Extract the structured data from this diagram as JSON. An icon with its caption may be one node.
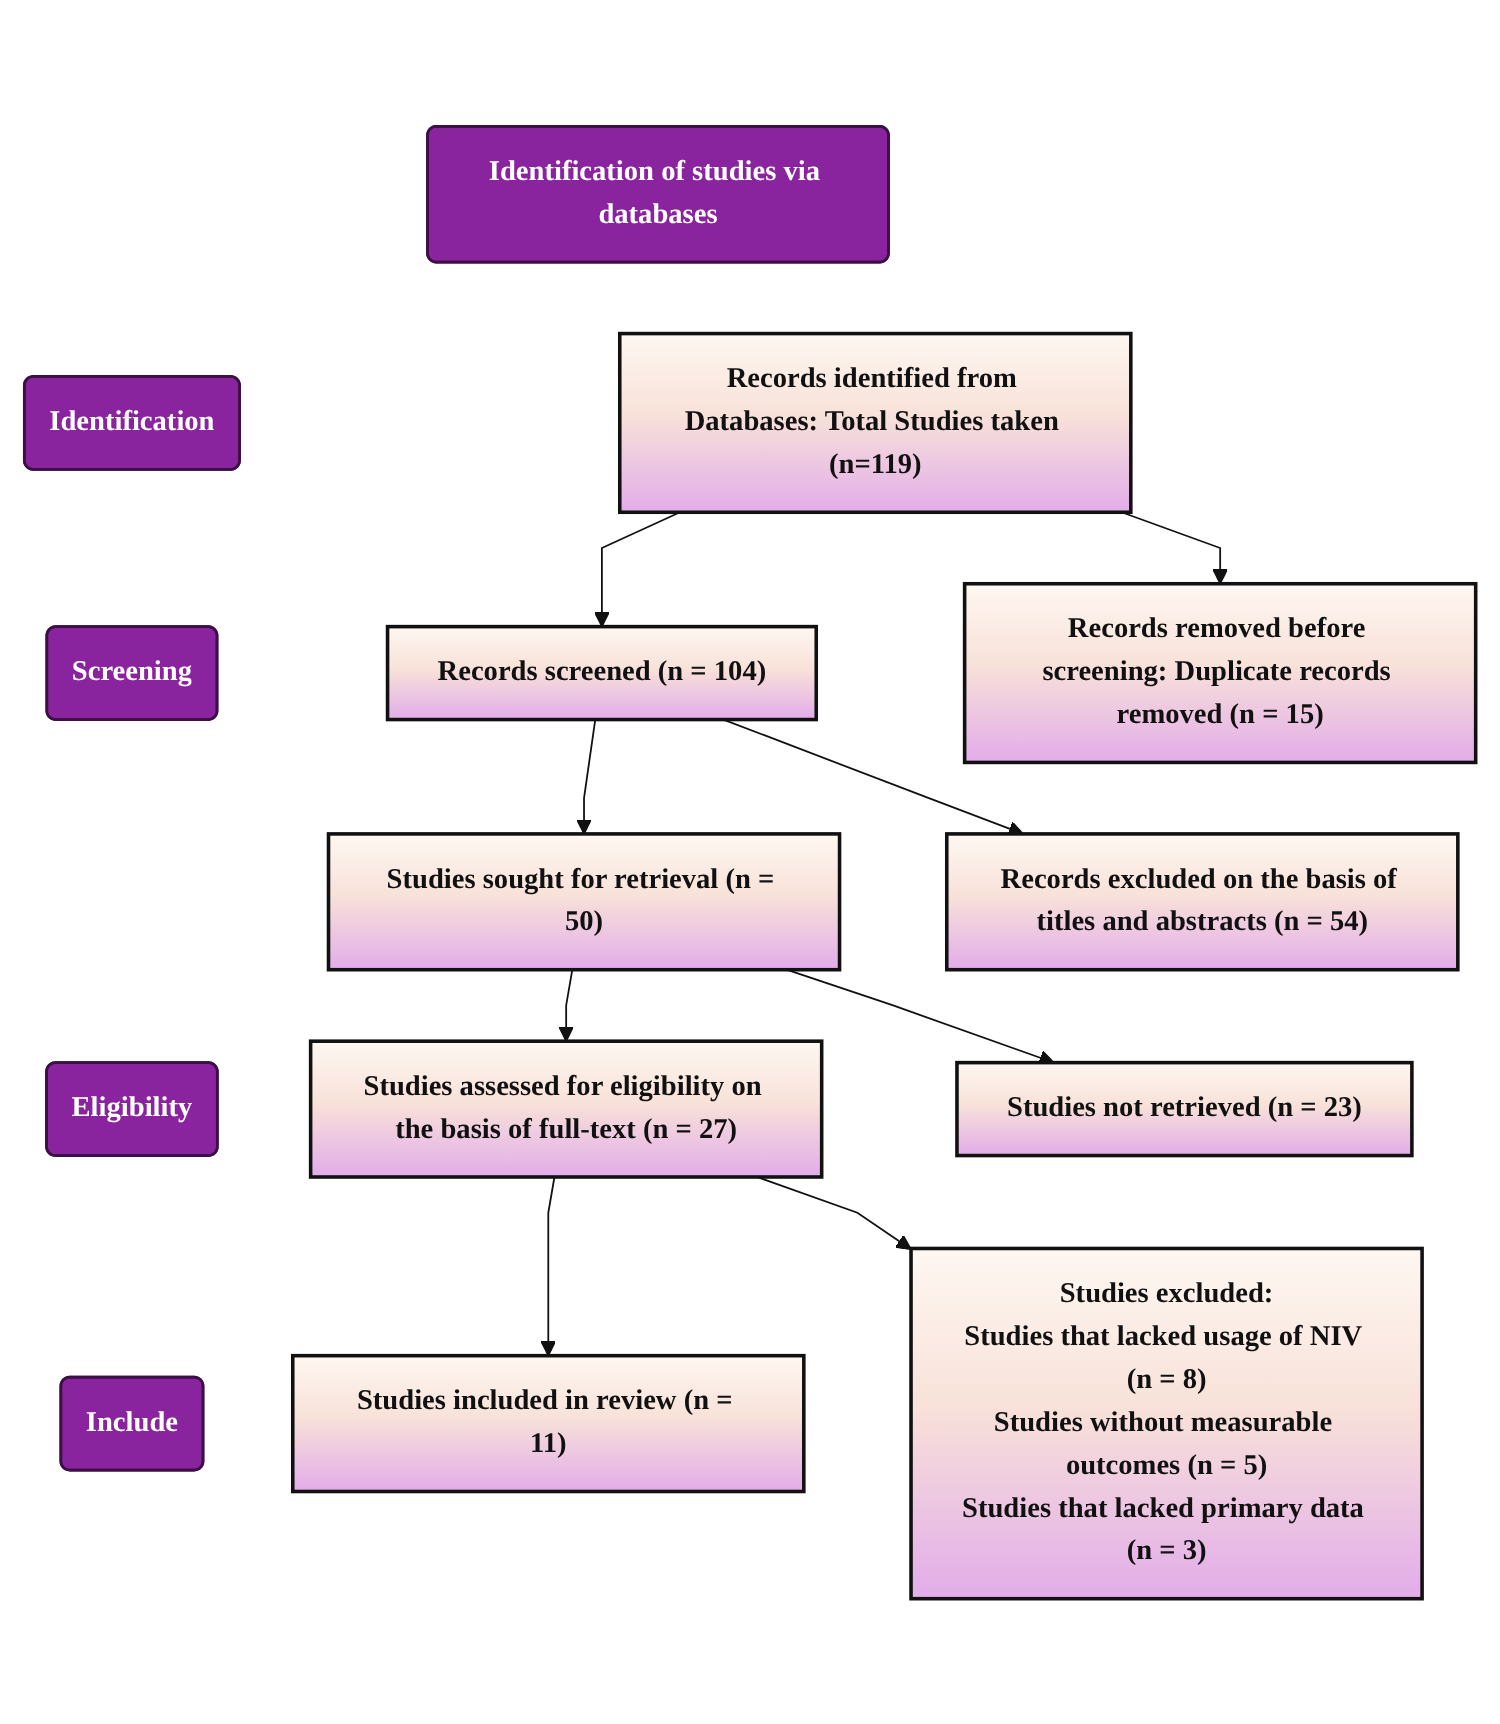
{
  "diagram": {
    "nodes": [
      {
        "text": [
          "Identification of studies via databases"
        ]
      },
      {
        "text": [
          "Identification"
        ]
      },
      {
        "text": [
          "Records identified from Databases: Total Studies taken (n=119)"
        ]
      },
      {
        "text": [
          "Records removed before screening: Duplicate records removed (n = 15)"
        ]
      },
      {
        "text": [
          "Screening"
        ]
      },
      {
        "text": [
          "Records screened (n = 104)"
        ]
      },
      {
        "text": [
          "Records excluded on the basis of titles and abstracts (n = 54)"
        ]
      },
      {
        "text": [
          "Studies sought for retrieval (n = 50)"
        ]
      },
      {
        "text": [
          "Studies not retrieved (n = 23)"
        ]
      },
      {
        "text": [
          "Eligibility"
        ]
      },
      {
        "text": [
          "Studies assessed for eligibility on the basis of full-text (n = 27)"
        ]
      },
      {
        "text": [
          "Studies excluded:",
          "Studies that lacked usage of NIV (n = 8)",
          "Studies without measurable outcomes (n = 5)",
          "Studies that lacked primary data (n = 3)"
        ]
      },
      {
        "text": [
          "Include"
        ]
      },
      {
        "text": [
          "Studies included in review (n = 11)"
        ]
      }
    ],
    "edges": [
      {
        "from": 2,
        "to": 5,
        "arrow": "to"
      },
      {
        "from": 2,
        "to": 3,
        "arrow": "to"
      },
      {
        "from": 5,
        "to": 7,
        "arrow": "to"
      },
      {
        "from": 5,
        "to": 6,
        "arrow": "to"
      },
      {
        "from": 7,
        "to": 10,
        "arrow": "to"
      },
      {
        "from": 7,
        "to": 8,
        "arrow": "to"
      },
      {
        "from": 10,
        "to": 13,
        "arrow": "to"
      },
      {
        "from": 10,
        "to": 11,
        "arrow": "to"
      }
    ]
  }
}
